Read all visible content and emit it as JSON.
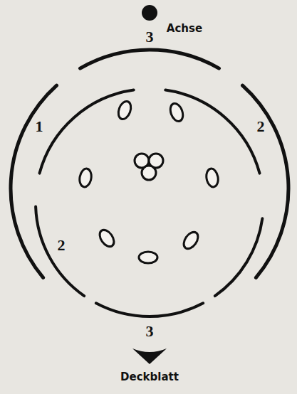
{
  "diagram": {
    "labels": [
      "Achse",
      "3",
      "1",
      "2",
      "2",
      "3",
      "Deckblatt"
    ]
  }
}
